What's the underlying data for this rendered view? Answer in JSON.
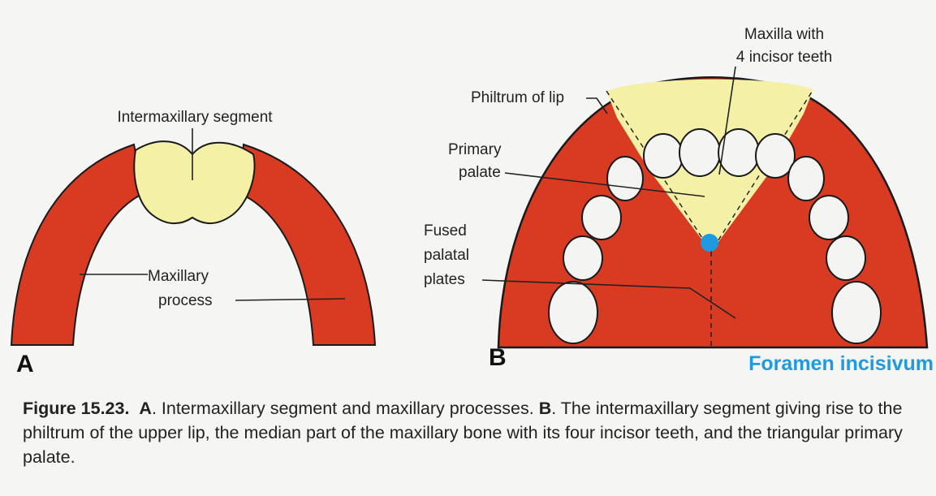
{
  "panel_a": {
    "letter": "A",
    "labels": {
      "intermaxillary_segment": "Intermaxillary segment",
      "maxillary_process_line1": "Maxillary",
      "maxillary_process_line2": "process"
    }
  },
  "panel_b": {
    "letter": "B",
    "labels": {
      "maxilla_line1": "Maxilla with",
      "maxilla_line2": "4 incisor teeth",
      "philtrum": "Philtrum of lip",
      "primary_palate_line1": "Primary",
      "primary_palate_line2": "palate",
      "fused_line1": "Fused",
      "fused_line2": "palatal",
      "fused_line3": "plates"
    },
    "annotation": "Foramen incisivum",
    "annotation_color": "#1e9be0"
  },
  "colors": {
    "red": "#d83a22",
    "yellow": "#f4f1a6",
    "tooth": "#f4f4f2",
    "outline": "#1a1a1a"
  },
  "caption": {
    "label": "Figure 15.23.",
    "a_letter": "A",
    "a_text": ". Intermaxillary segment and maxillary processes. ",
    "b_letter": "B",
    "b_text": ". The intermaxillary segment giving rise to the philtrum of the upper lip, the median part of the maxillary bone with its four incisor teeth, and the triangular primary palate."
  }
}
